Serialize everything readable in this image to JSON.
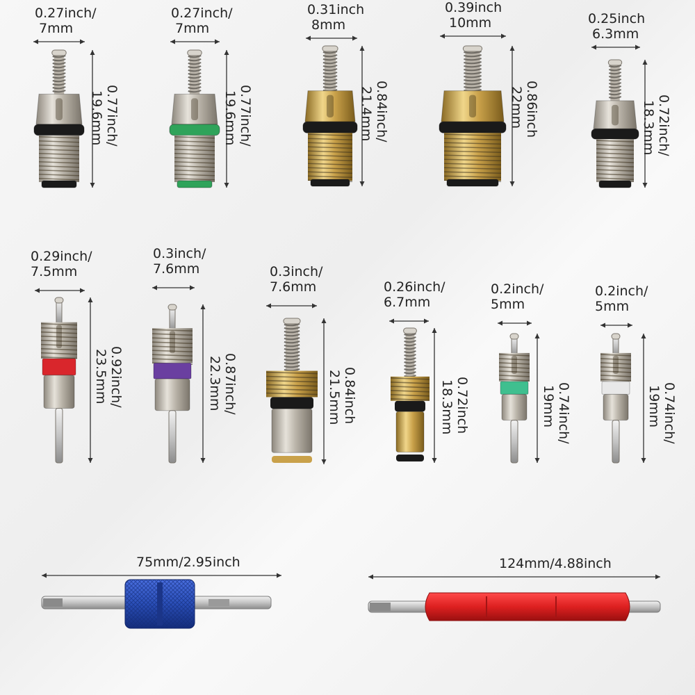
{
  "palette": {
    "silver": "#b8b2a8",
    "brass": "#c9a14a",
    "black_ring": "#1a1a1a",
    "green_ring": "#2fa35a",
    "red_ring": "#d9262c",
    "purple_ring": "#6a3fa0",
    "mint_ring": "#3fbf8f",
    "white_ring": "#e8e8e8",
    "blue_tool": "#2a4fb8",
    "red_tool": "#dd2020"
  },
  "top_row": [
    {
      "width_label": "0.27inch/",
      "width_mm": "7mm",
      "height_label": "0.77inch/",
      "height_mm": "19.6mm",
      "material": "silver",
      "ring": "black_ring"
    },
    {
      "width_label": "0.27inch/",
      "width_mm": "7mm",
      "height_label": "0.77inch/",
      "height_mm": "19.6mm",
      "material": "silver",
      "ring": "green_ring"
    },
    {
      "width_label": "0.31inch",
      "width_mm": "8mm",
      "height_label": "0.84inch/",
      "height_mm": "21.4mm",
      "material": "brass",
      "ring": "black_ring"
    },
    {
      "width_label": "0.39inch",
      "width_mm": "10mm",
      "height_label": "0.86inch",
      "height_mm": "22mm",
      "material": "brass",
      "ring": "black_ring"
    },
    {
      "width_label": "0.25inch",
      "width_mm": "6.3mm",
      "height_label": "0.72inch/",
      "height_mm": "18.3mm",
      "material": "silver",
      "ring": "black_ring"
    }
  ],
  "bottom_row": [
    {
      "width_label": "0.29inch/",
      "width_mm": "7.5mm",
      "height_label": "0.92inch/",
      "height_mm": "23.5mm",
      "material": "silver",
      "ring": "red_ring"
    },
    {
      "width_label": "0.3inch/",
      "width_mm": "7.6mm",
      "height_label": "0.87inch/",
      "height_mm": "22.3mm",
      "material": "silver",
      "ring": "purple_ring"
    },
    {
      "width_label": "0.3inch/",
      "width_mm": "7.6mm",
      "height_label": "0.84inch",
      "height_mm": "21.5mm",
      "material": "brass",
      "ring": "black_ring"
    },
    {
      "width_label": "0.26inch/",
      "width_mm": "6.7mm",
      "height_label": "0.72inch",
      "height_mm": "18.3mm",
      "material": "brass",
      "ring": "black_ring"
    },
    {
      "width_label": "0.2inch/",
      "width_mm": "5mm",
      "height_label": "0.74inch/",
      "height_mm": "19mm",
      "material": "silver",
      "ring": "mint_ring"
    },
    {
      "width_label": "0.2inch/",
      "width_mm": "5mm",
      "height_label": "0.74inch/",
      "height_mm": "19mm",
      "material": "silver",
      "ring": "white_ring"
    }
  ],
  "tools": [
    {
      "length_label": "75mm/2.95inch",
      "handle": "blue_tool"
    },
    {
      "length_label": "124mm/4.88inch",
      "handle": "red_tool"
    }
  ]
}
